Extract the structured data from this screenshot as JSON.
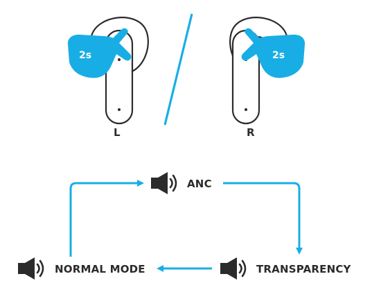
{
  "colors": {
    "accent": "#18aee5",
    "outline": "#2b2b2b"
  },
  "earbuds": {
    "left": {
      "label": "L",
      "tap_label": "2s"
    },
    "right": {
      "label": "R",
      "tap_label": "2s"
    }
  },
  "modes": {
    "top": {
      "label": "ANC",
      "icon": "speaker-icon"
    },
    "right": {
      "label": "TRANSPARENCY",
      "icon": "speaker-icon"
    },
    "left": {
      "label": "NORMAL MODE",
      "icon": "speaker-icon"
    }
  }
}
